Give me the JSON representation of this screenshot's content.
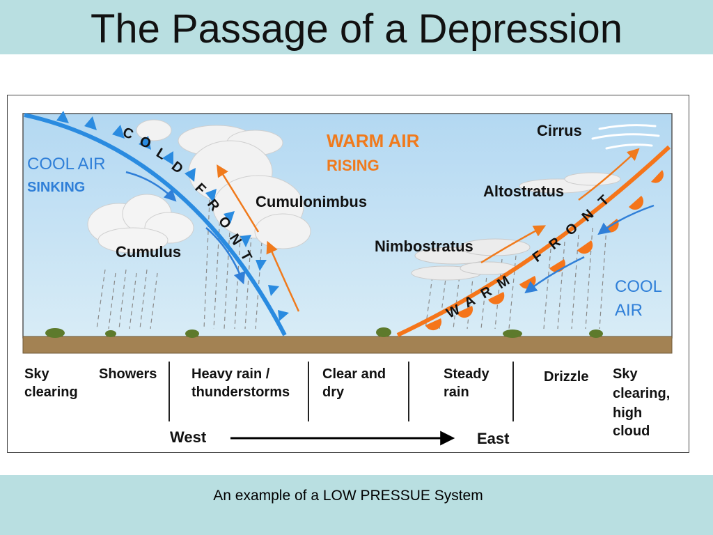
{
  "title": "The Passage of a Depression",
  "caption": "An example of a LOW PRESSUE System",
  "diagram": {
    "labels": {
      "cool_air_sinking_1": "COOL AIR",
      "cool_air_sinking_2": "SINKING",
      "warm_air_rising_1": "WARM AIR",
      "warm_air_rising_2": "RISING",
      "cool_air_1": "COOL",
      "cool_air_2": "AIR",
      "cold_front": [
        "C",
        "O",
        "L",
        "D",
        "F",
        "R",
        "O",
        "N",
        "T"
      ],
      "warm_front": [
        "W",
        "A",
        "R",
        "M",
        "F",
        "R",
        "O",
        "N",
        "T"
      ]
    },
    "clouds": {
      "cirrus": "Cirrus",
      "altostratus": "Altostratus",
      "cumulonimbus": "Cumulonimbus",
      "nimbostratus": "Nimbostratus",
      "cumulus": "Cumulus"
    },
    "weather": [
      [
        "Sky",
        "clearing"
      ],
      [
        "Showers"
      ],
      [
        "Heavy rain /",
        "thunderstorms"
      ],
      [
        "Clear and",
        "dry"
      ],
      [
        "Steady",
        "rain"
      ],
      [
        "Drizzle"
      ],
      [
        "Sky",
        "clearing,",
        "high",
        "cloud"
      ]
    ],
    "direction": {
      "west": "West",
      "east": "East"
    },
    "colors": {
      "cool": "#2f7fd8",
      "warm": "#f07a1c",
      "sky": "#b8dcf2",
      "ground": "#a38253",
      "cold_front": "#2a8be0",
      "warm_front": "#f5751a"
    }
  }
}
